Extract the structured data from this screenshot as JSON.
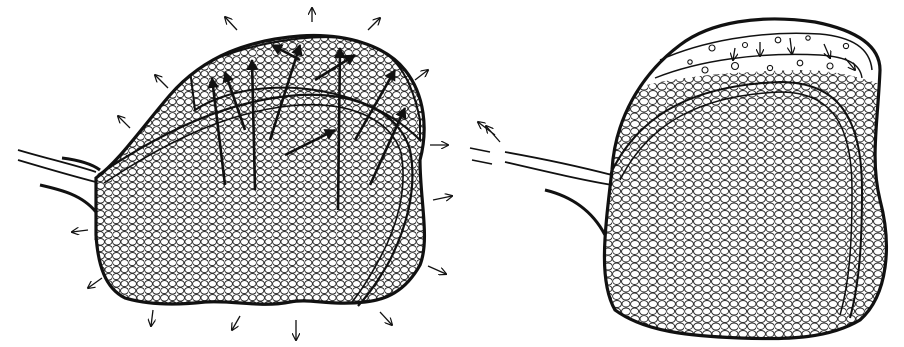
{
  "figure": {
    "panels": [
      {
        "id": "left",
        "depicts": "cell-mass-outward-flux"
      },
      {
        "id": "right",
        "depicts": "cell-mass-surface-layer"
      }
    ],
    "colors": {
      "ink": "#111111",
      "paper": "#ffffff",
      "cell_stroke": "#2a2a2a"
    },
    "icons": [
      "arrow-icon",
      "cell-pattern"
    ]
  }
}
